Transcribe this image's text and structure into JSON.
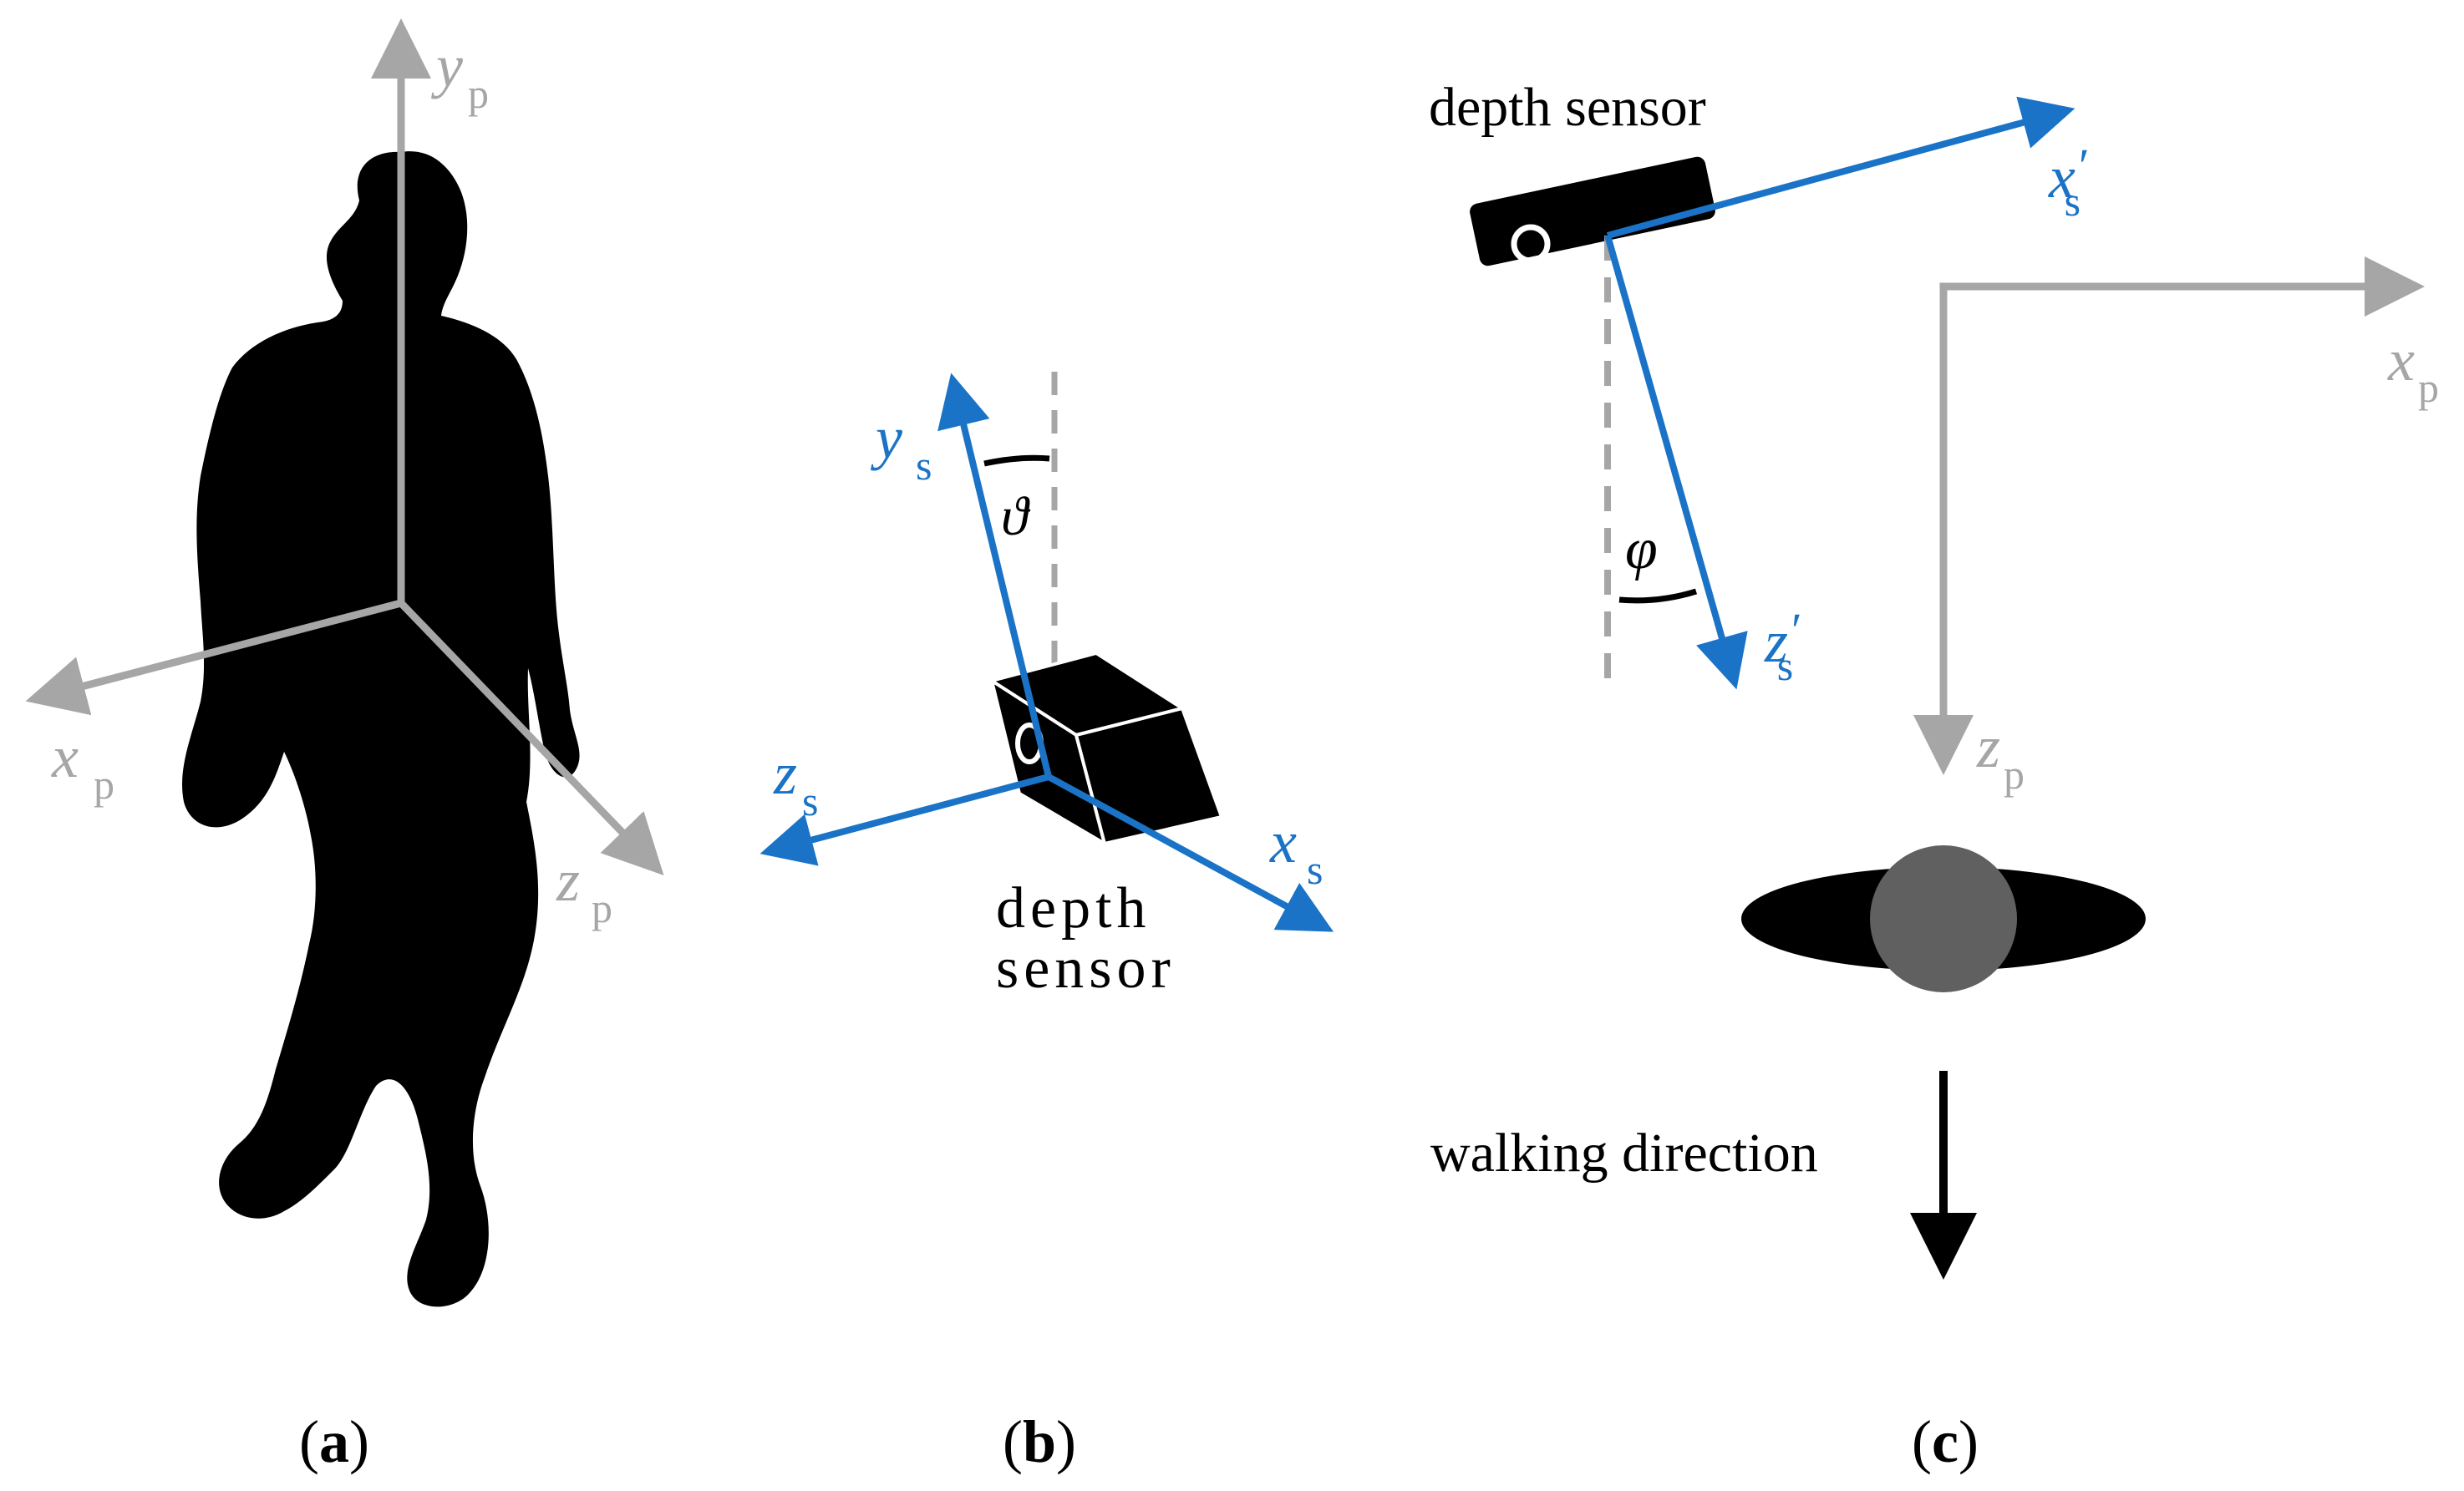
{
  "panels": {
    "a": {
      "caption_open": "(",
      "caption_letter": "a",
      "caption_close": ")",
      "axes": {
        "y": {
          "var": "y",
          "sub": "p"
        },
        "x": {
          "var": "x",
          "sub": "p"
        },
        "z": {
          "var": "z",
          "sub": "p"
        }
      }
    },
    "b": {
      "caption_open": "(",
      "caption_letter": "b",
      "caption_close": ")",
      "sensor_label_line1": "depth",
      "sensor_label_line2": "sensor",
      "angle": "ϑ",
      "axes": {
        "y": {
          "var": "y",
          "sub": "s"
        },
        "z": {
          "var": "z",
          "sub": "s"
        },
        "x": {
          "var": "x",
          "sub": "s"
        }
      }
    },
    "c": {
      "caption_open": "(",
      "caption_letter": "c",
      "caption_close": ")",
      "sensor_label": "depth sensor",
      "angle": "φ",
      "walking_label": "walking direction",
      "sensor_axes": {
        "x": {
          "var": "x",
          "sub": "s",
          "prime": "′"
        },
        "z": {
          "var": "z",
          "sub": "s",
          "prime": "′"
        }
      },
      "person_axes": {
        "x": {
          "var": "x",
          "sub": "p"
        },
        "z": {
          "var": "z",
          "sub": "p"
        }
      }
    }
  },
  "colors": {
    "person_axis": "#a6a6a6",
    "sensor_axis": "#1a73c6",
    "silhouette": "#000000",
    "head": "#606060",
    "text": "#000000"
  }
}
